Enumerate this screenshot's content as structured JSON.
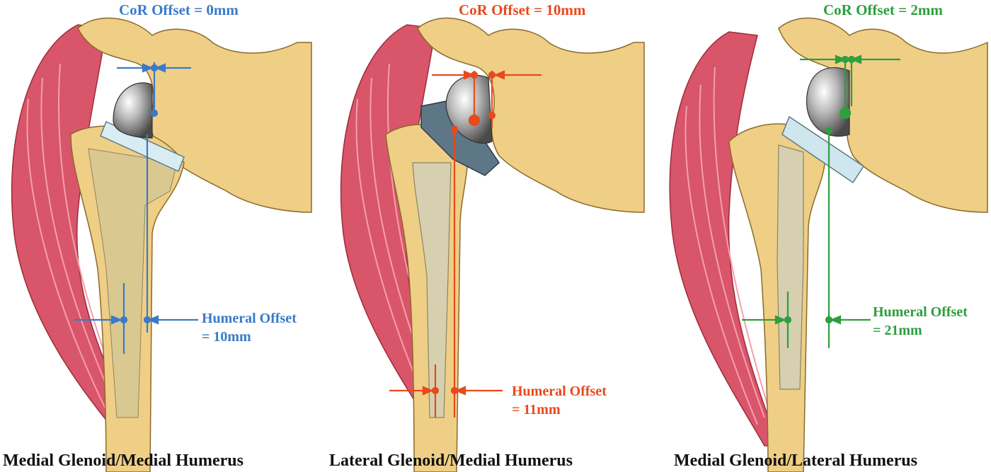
{
  "colors": {
    "blue": "#3a7ac8",
    "red": "#e8491d",
    "green": "#2e9e3e",
    "bone": "#efcf86",
    "muscle": "#d9556a"
  },
  "panels": [
    {
      "cor": "CoR Offset = 0mm",
      "humeral_line1": "Humeral Offset",
      "humeral_line2": "= 10mm",
      "caption": "Medial Glenoid/Medial Humerus"
    },
    {
      "cor": "CoR Offset = 10mm",
      "humeral_line1": "Humeral Offset",
      "humeral_line2": "= 11mm",
      "caption": "Lateral Glenoid/Medial Humerus"
    },
    {
      "cor": "CoR Offset = 2mm",
      "humeral_line1": "Humeral Offset",
      "humeral_line2": "= 21mm",
      "caption": "Medial Glenoid/Lateral Humerus"
    }
  ]
}
